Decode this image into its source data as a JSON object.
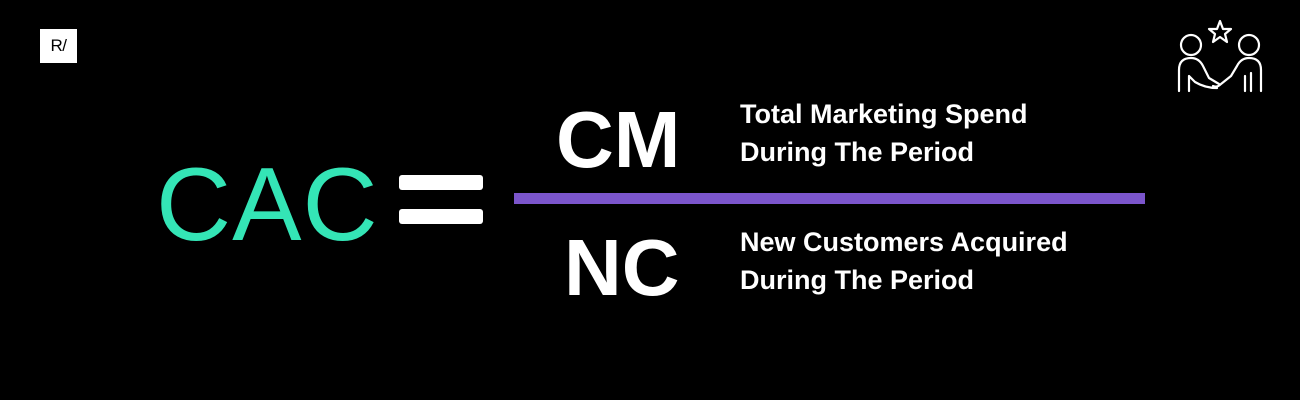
{
  "logo": {
    "text": "R/"
  },
  "icon": {
    "name": "handshake-star-icon"
  },
  "formula": {
    "lhs": "CAC",
    "operator": "=",
    "numerator": {
      "symbol": "CM",
      "description": [
        "Total Marketing Spend",
        "During The Period"
      ]
    },
    "denominator": {
      "symbol": "NC",
      "description": [
        "New Customers Acquired",
        "During The Period"
      ]
    }
  },
  "colors": {
    "background": "#000000",
    "lhs": "#34e5b6",
    "fraction_bar": "#7b55cb",
    "text": "#ffffff"
  }
}
